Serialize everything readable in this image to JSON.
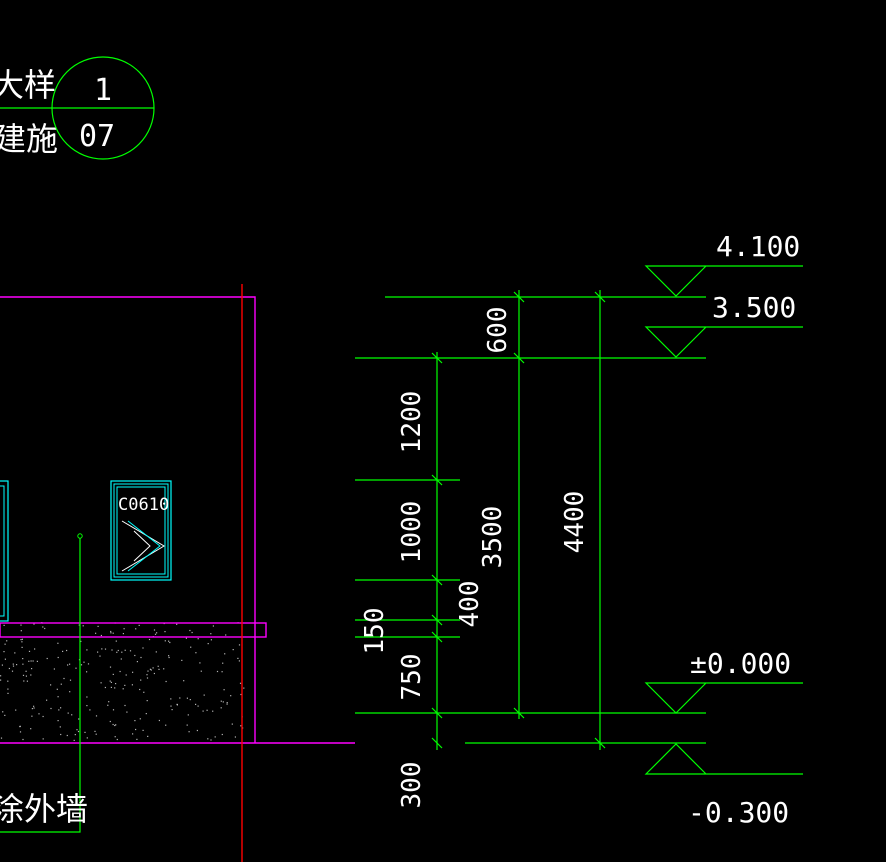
{
  "colors": {
    "background": "#000000",
    "dimension": "#00ff00",
    "outline": "#ff00ff",
    "axis": "#ff0000",
    "window": "#00ffff",
    "text": "#ffffff"
  },
  "title_block": {
    "line1": "大样",
    "line2": "建施",
    "circle_top": "1",
    "circle_bottom": "07"
  },
  "window_tag": "C0610",
  "callout_text": "涂外墙",
  "elevations": {
    "top": "4.100",
    "eave": "3.500",
    "zero": "±0.000",
    "ground": "-0.300"
  },
  "dimensions": {
    "d600": "600",
    "d1200": "1200",
    "d1000": "1000",
    "d400": "400",
    "d150": "150",
    "d750": "750",
    "d300": "300",
    "d3500": "3500",
    "d4400": "4400"
  }
}
